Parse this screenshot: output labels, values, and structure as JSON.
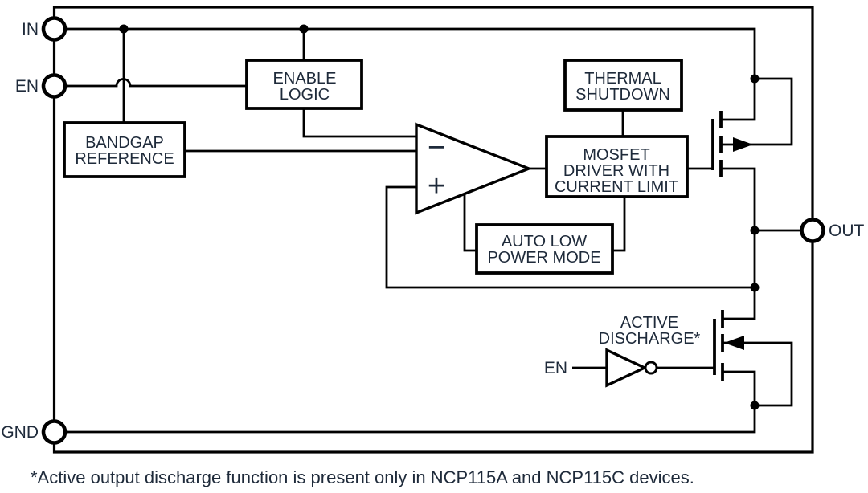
{
  "colors": {
    "line": "#000000",
    "text": "#1e2a3a",
    "background": "#ffffff"
  },
  "pins": {
    "in": "IN",
    "en": "EN",
    "gnd": "GND",
    "out": "OUT"
  },
  "blocks": {
    "enable_logic": {
      "lines": [
        "ENABLE",
        "LOGIC"
      ]
    },
    "bandgap_reference": {
      "lines": [
        "BANDGAP",
        "REFERENCE"
      ]
    },
    "thermal_shutdown": {
      "lines": [
        "THERMAL",
        "SHUTDOWN"
      ]
    },
    "mosfet_driver": {
      "lines": [
        "MOSFET",
        "DRIVER WITH",
        "CURRENT LIMIT"
      ]
    },
    "auto_low_power": {
      "lines": [
        "AUTO LOW",
        "POWER MODE"
      ]
    },
    "active_discharge": {
      "lines": [
        "ACTIVE",
        "DISCHARGE*"
      ]
    }
  },
  "error_amplifier": {
    "inverting_input_label": "−",
    "noninverting_input_label": "+"
  },
  "discharge_inverter": {
    "input_label": "EN"
  },
  "footnote": "*Active output discharge function is present only in NCP115A and NCP115C devices."
}
